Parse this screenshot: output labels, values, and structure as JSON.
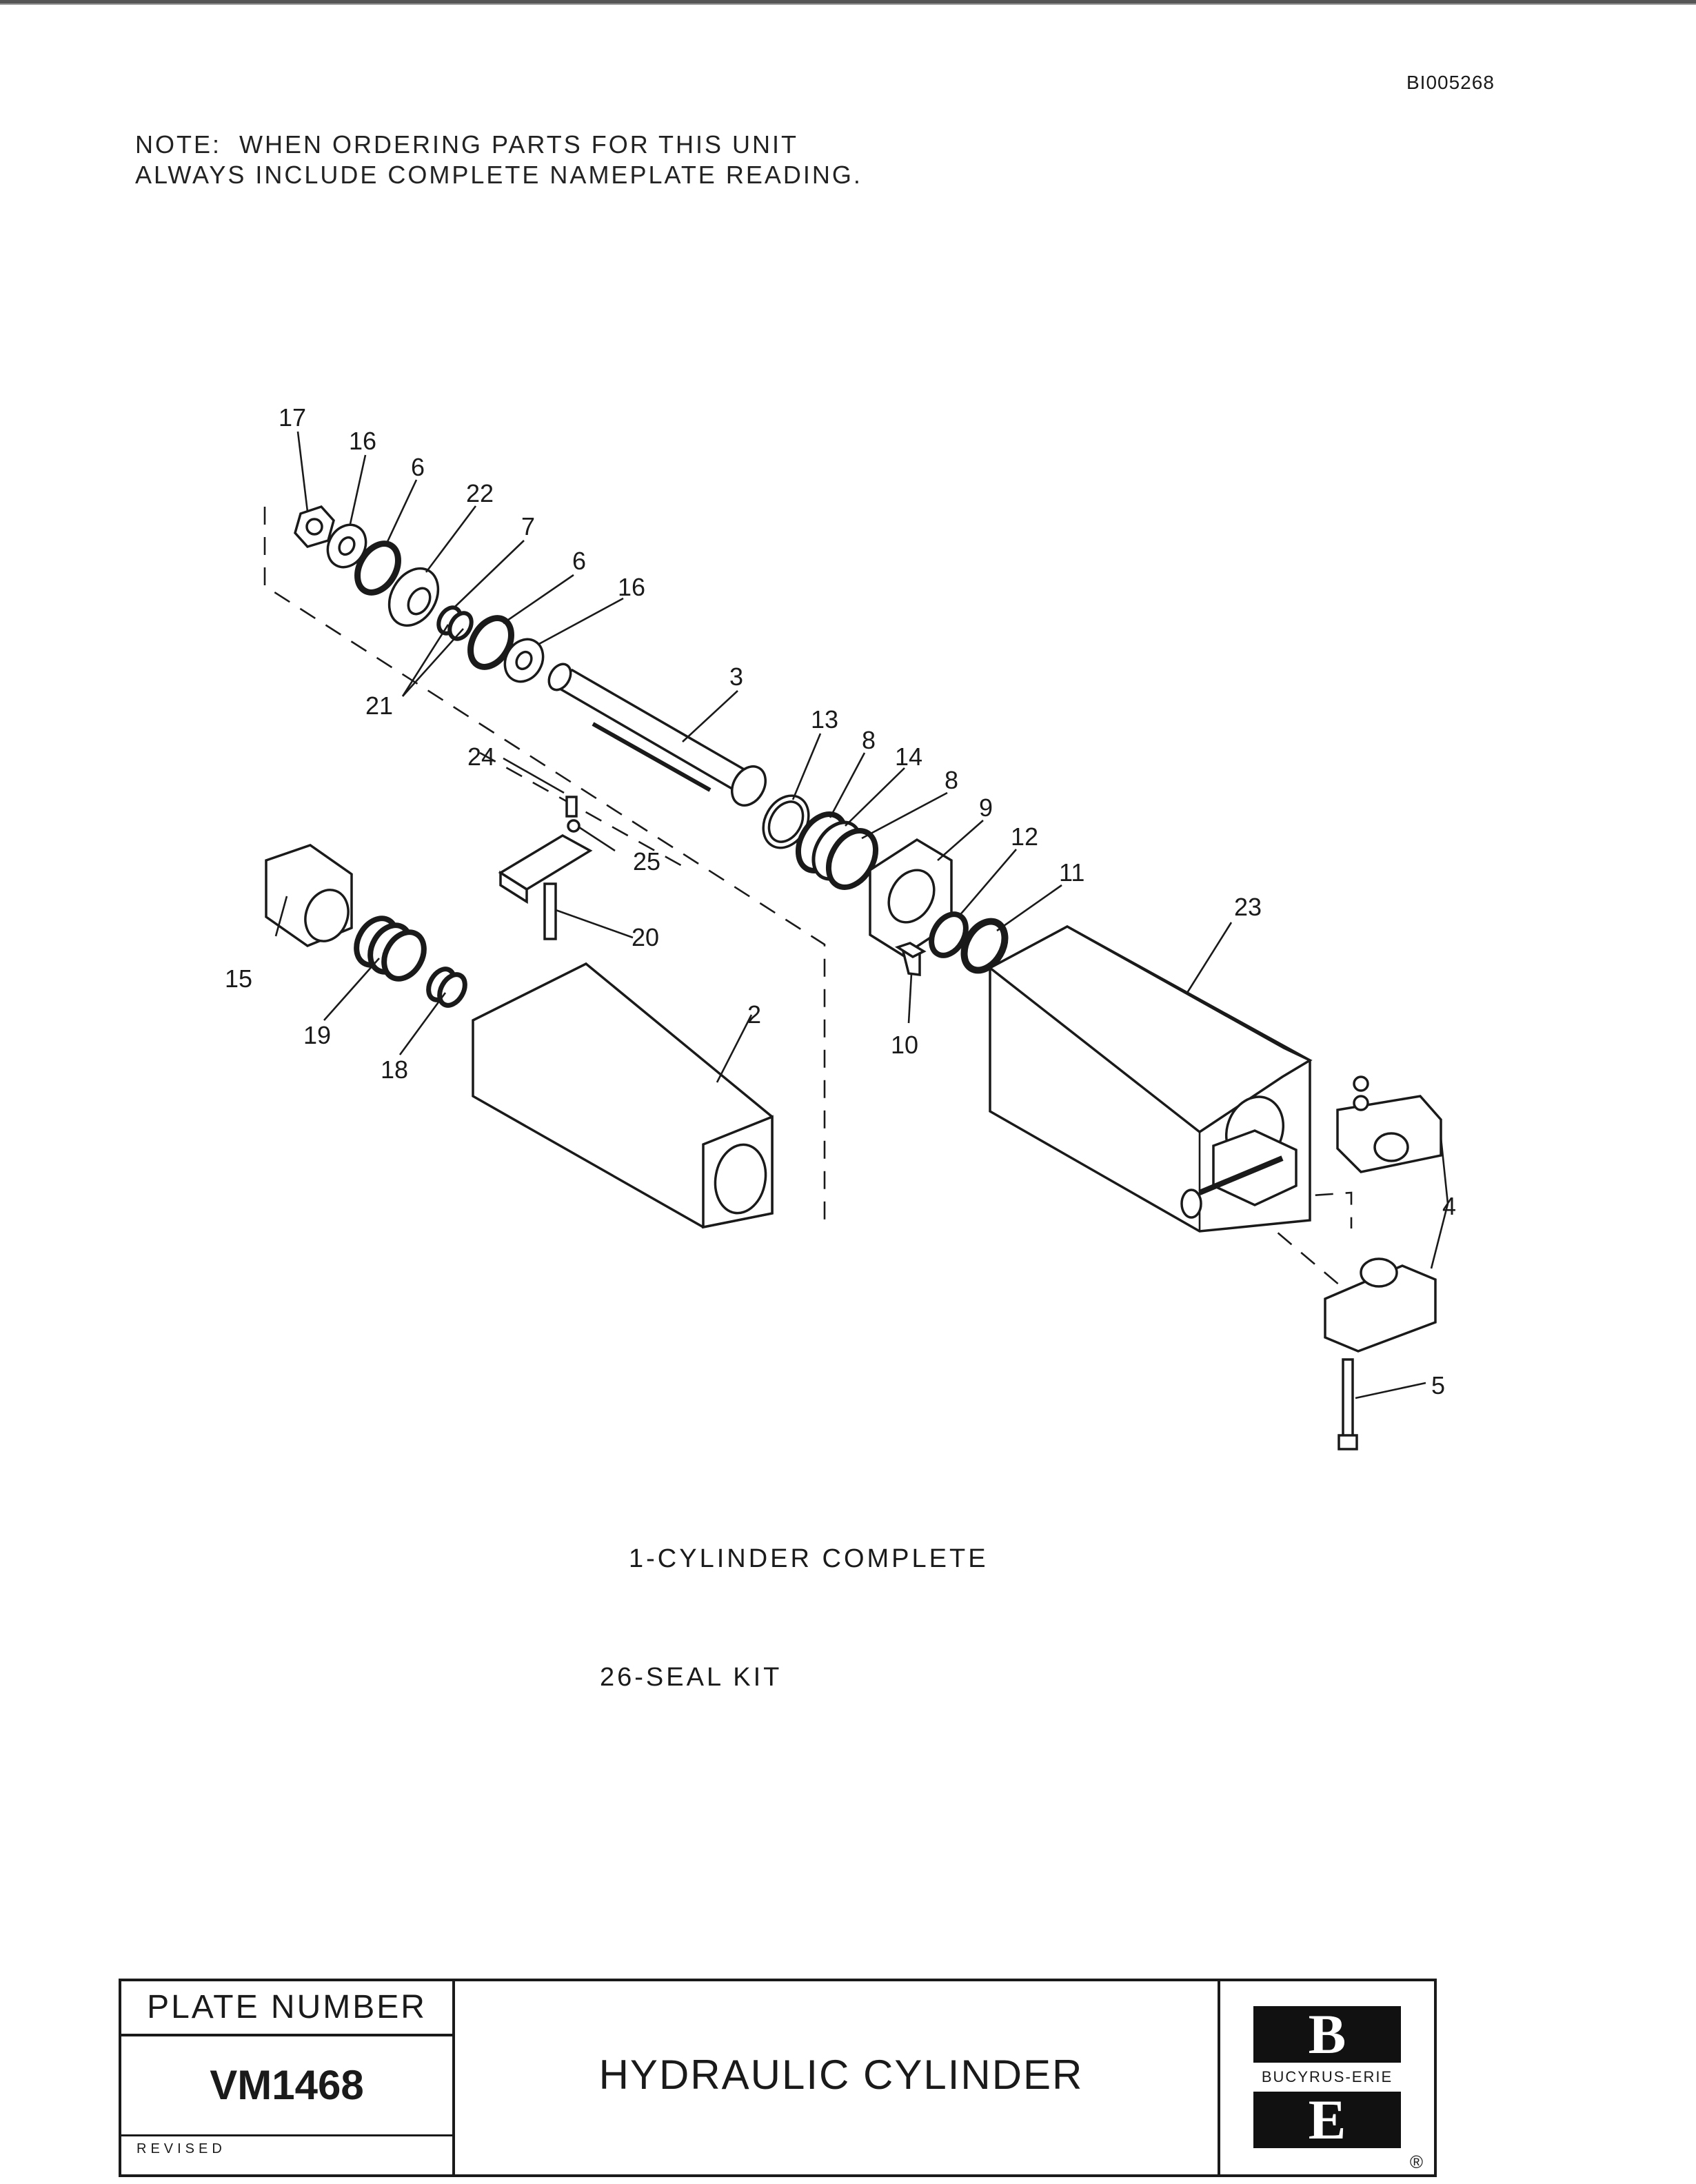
{
  "document_id": "BI005268",
  "note": {
    "line1": "NOTE:  WHEN ORDERING PARTS FOR THIS UNIT",
    "line2": "ALWAYS INCLUDE COMPLETE NAMEPLATE READING."
  },
  "callouts": {
    "c17": "17",
    "c16a": "16",
    "c6a": "6",
    "c22": "22",
    "c7": "7",
    "c6b": "6",
    "c16b": "16",
    "c21": "21",
    "c3": "3",
    "c13": "13",
    "c8a": "8",
    "c14": "14",
    "c8b": "8",
    "c9": "9",
    "c12": "12",
    "c11": "11",
    "c23": "23",
    "c24": "24",
    "c25": "25",
    "c20": "20",
    "c15": "15",
    "c19": "19",
    "c18": "18",
    "c2": "2",
    "c10": "10",
    "c4": "4",
    "c5": "5"
  },
  "captions": {
    "complete": "1-CYLINDER COMPLETE",
    "seal_kit": "26-SEAL KIT"
  },
  "title_block": {
    "plate_label": "PLATE NUMBER",
    "plate_number": "VM1468",
    "revised": "REVISED",
    "title": "HYDRAULIC CYLINDER",
    "logo_top": "B",
    "logo_name": "BUCYRUS-ERIE",
    "logo_bottom": "E",
    "logo_mark": "®"
  }
}
